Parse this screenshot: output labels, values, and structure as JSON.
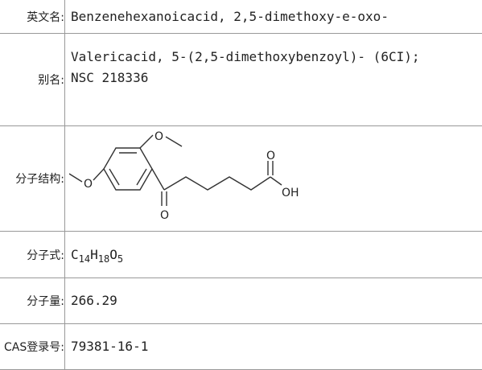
{
  "rows": {
    "english_name": {
      "label": "英文名:",
      "value": "Benzenehexanoicacid, 2,5-dimethoxy-e-oxo-"
    },
    "synonyms": {
      "label": "别名:",
      "line1": "Valericacid, 5-(2,5-dimethoxybenzoyl)- (6CI);",
      "line2": "NSC 218336"
    },
    "structure": {
      "label": "分子结构:",
      "atoms": {
        "o_top": "O",
        "o_left": "O",
        "o_ketone": "O",
        "o_acid": "O",
        "oh": "OH"
      }
    },
    "formula": {
      "label": "分子式:",
      "parts": [
        "C",
        "14",
        "H",
        "18",
        "O",
        "5"
      ]
    },
    "molecular_weight": {
      "label": "分子量:",
      "value": "266.29"
    },
    "cas": {
      "label": "CAS登录号:",
      "value": "79381-16-1"
    }
  }
}
